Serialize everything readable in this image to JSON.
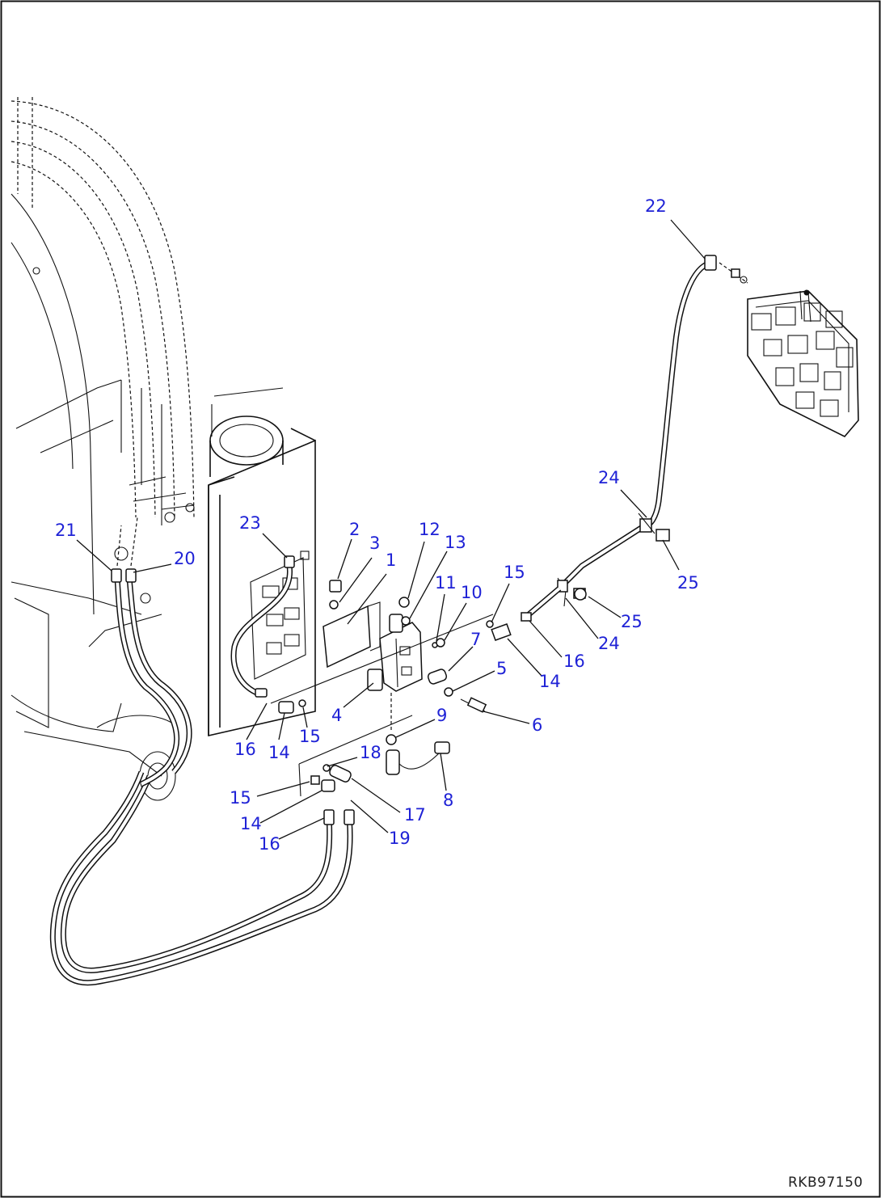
{
  "drawing": {
    "reference": "RKB97150",
    "accent_color": "#1f22d6",
    "callouts": [
      "22",
      "24",
      "25",
      "21",
      "20",
      "23",
      "2",
      "3",
      "1",
      "12",
      "13",
      "11",
      "10",
      "15",
      "25",
      "24",
      "16",
      "7",
      "14",
      "5",
      "4",
      "6",
      "9",
      "16",
      "14",
      "15",
      "18",
      "8",
      "15",
      "17",
      "14",
      "19",
      "16"
    ]
  }
}
